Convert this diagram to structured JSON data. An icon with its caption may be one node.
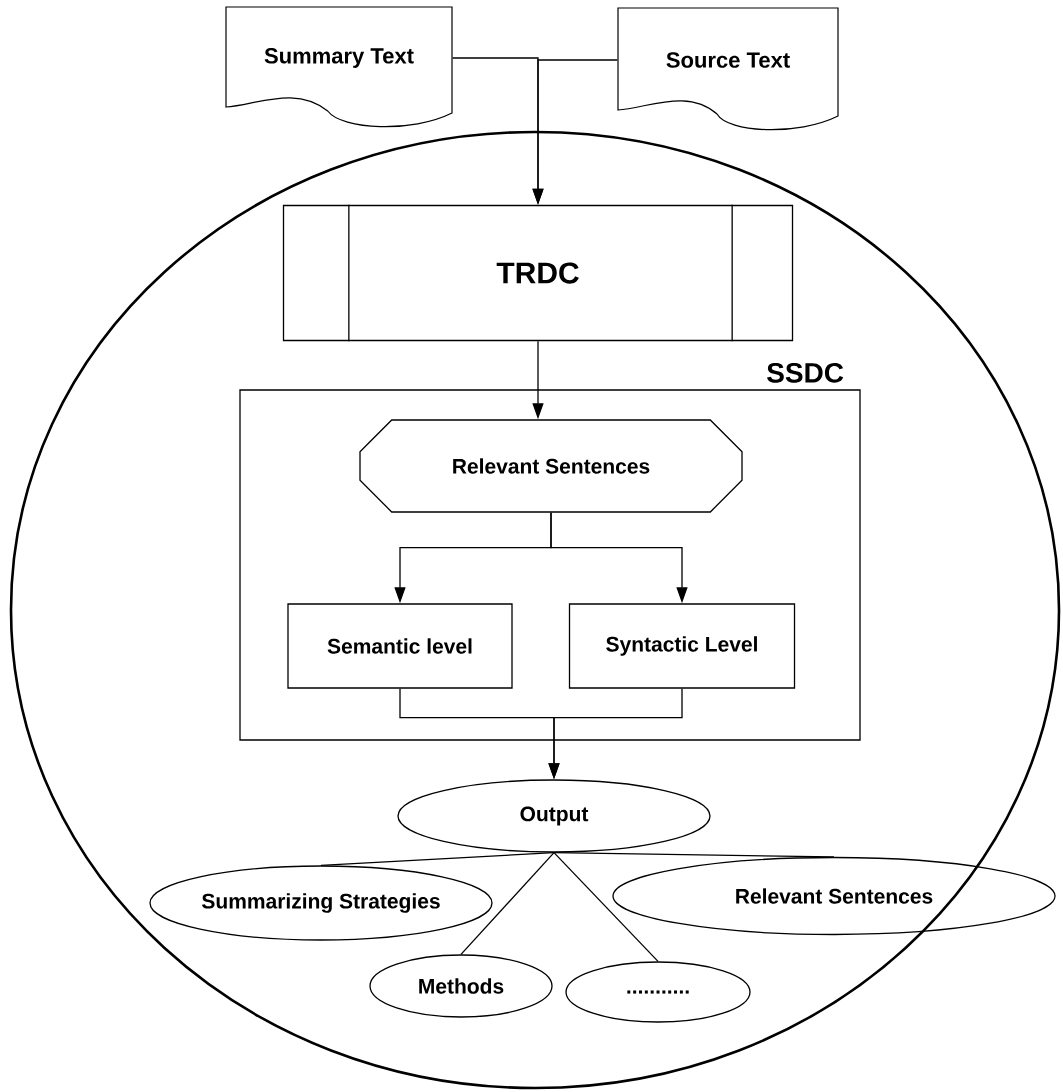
{
  "diagram": {
    "nodes": [
      {
        "text": [
          "Summary Text"
        ]
      },
      {
        "text": [
          "Source Text"
        ]
      },
      {
        "text": [],
        "shape": "circle"
      },
      {
        "text": [
          "TRDC"
        ],
        "in": 2
      },
      {
        "text": [
          "SSDC"
        ],
        "in": 2
      },
      {
        "text": [
          "Relevant Sentences"
        ],
        "in": 4
      },
      {
        "text": [
          "Semantic level"
        ],
        "in": 4
      },
      {
        "text": [
          "Syntactic Level"
        ],
        "in": 4
      },
      {
        "text": [
          "Output"
        ],
        "in": 2
      },
      {
        "text": [
          "Summarizing Strategies"
        ],
        "in": 2
      },
      {
        "text": [
          "Relevant Sentences"
        ],
        "in": 2
      },
      {
        "text": [
          "Methods"
        ],
        "in": 2
      },
      {
        "text": [
          "..........."
        ],
        "in": 2
      }
    ],
    "edges": [
      {
        "from": 0,
        "to": 3,
        "arrow": "to"
      },
      {
        "from": 1,
        "to": 3,
        "arrow": "to"
      },
      {
        "from": 3,
        "to": 5,
        "arrow": "to"
      },
      {
        "from": 5,
        "to": 6,
        "arrow": "to"
      },
      {
        "from": 5,
        "to": 7,
        "arrow": "to"
      },
      {
        "from": 6,
        "to": 8,
        "arrow": "to"
      },
      {
        "from": 7,
        "to": 8,
        "arrow": "to"
      },
      {
        "from": 8,
        "to": 9,
        "arrow": "none"
      },
      {
        "from": 8,
        "to": 10,
        "arrow": "none"
      },
      {
        "from": 8,
        "to": 11,
        "arrow": "none"
      },
      {
        "from": 8,
        "to": 12,
        "arrow": "none"
      }
    ]
  }
}
